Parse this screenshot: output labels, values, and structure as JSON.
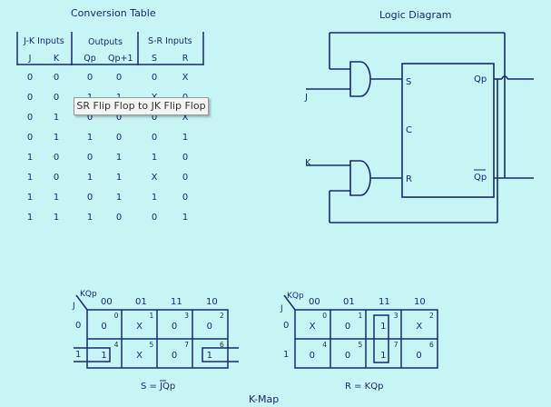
{
  "conversion_table": {
    "title": "Conversion Table",
    "group_headers": [
      "J-K Inputs",
      "Outputs",
      "S-R Inputs"
    ],
    "column_headers": [
      "J",
      "K",
      "Qp",
      "Qp+1",
      "S",
      "R"
    ],
    "rows": [
      [
        "0",
        "0",
        "0",
        "0",
        "0",
        "X"
      ],
      [
        "0",
        "0",
        "1",
        "1",
        "X",
        "0"
      ],
      [
        "0",
        "1",
        "0",
        "0",
        "0",
        "X"
      ],
      [
        "0",
        "1",
        "1",
        "0",
        "0",
        "1"
      ],
      [
        "1",
        "0",
        "0",
        "1",
        "1",
        "0"
      ],
      [
        "1",
        "0",
        "1",
        "1",
        "X",
        "0"
      ],
      [
        "1",
        "1",
        "0",
        "1",
        "1",
        "0"
      ],
      [
        "1",
        "1",
        "1",
        "0",
        "0",
        "1"
      ]
    ]
  },
  "tooltip": "SR Flip Flop to JK Flip Flop",
  "logic_diagram": {
    "title": "Logic Diagram",
    "input_j": "J",
    "input_k": "K",
    "pin_s": "S",
    "pin_c": "C",
    "pin_r": "R",
    "out_q": "Qp",
    "out_qbar": "Qp"
  },
  "kmap_s": {
    "corner_top": "KQp",
    "corner_left": "J",
    "col_headers": [
      "00",
      "01",
      "11",
      "10"
    ],
    "row_headers": [
      "0",
      "1"
    ],
    "cells": [
      [
        "0",
        "X",
        "0",
        "0"
      ],
      [
        "1",
        "X",
        "0",
        "1"
      ]
    ],
    "indices": [
      [
        "0",
        "1",
        "3",
        "2"
      ],
      [
        "4",
        "5",
        "7",
        "6"
      ]
    ],
    "eq_prefix": "S = ",
    "eq_j": "J",
    "eq_q": "Qp"
  },
  "kmap_r": {
    "corner_top": "KQp",
    "corner_left": "J",
    "col_headers": [
      "00",
      "01",
      "11",
      "10"
    ],
    "row_headers": [
      "0",
      "1"
    ],
    "cells": [
      [
        "X",
        "0",
        "1",
        "X"
      ],
      [
        "0",
        "0",
        "1",
        "0"
      ]
    ],
    "indices": [
      [
        "0",
        "1",
        "3",
        "2"
      ],
      [
        "4",
        "5",
        "7",
        "6"
      ]
    ],
    "equation": "R = KQp"
  },
  "footer": "K-Map",
  "colors": {
    "background": "#c5f5f5",
    "ink": "#1a2a6c"
  }
}
